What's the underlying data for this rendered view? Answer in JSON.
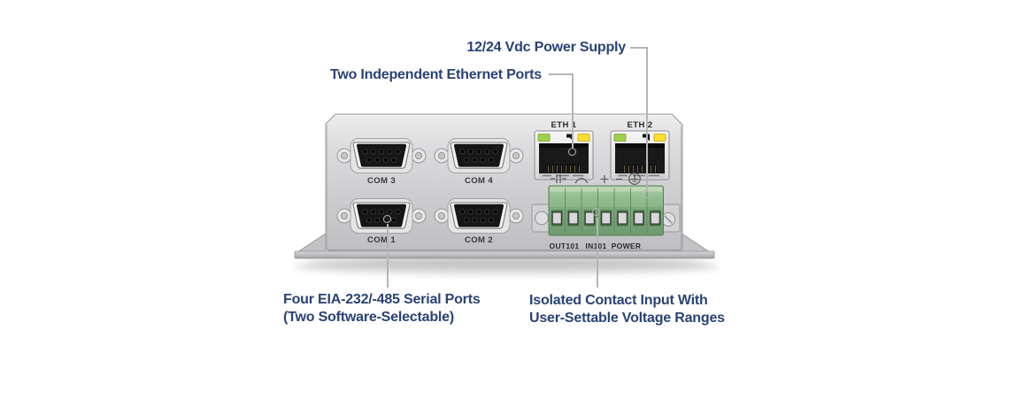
{
  "callouts": {
    "power": {
      "label": "12/24 Vdc Power Supply"
    },
    "ethernet": {
      "label": "Two Independent Ethernet Ports"
    },
    "serial": {
      "line1": "Four EIA-232/-485 Serial Ports",
      "line2": "(Two Software-Selectable)"
    },
    "contact": {
      "line1": "Isolated Contact Input With",
      "line2": "User-Settable Voltage Ranges"
    }
  },
  "device": {
    "com_ports": {
      "com1": "COM 1",
      "com2": "COM 2",
      "com3": "COM 3",
      "com4": "COM 4"
    },
    "ethernet_ports": {
      "eth1": "ETH 1",
      "eth2": "ETH 2"
    },
    "terminal_labels": {
      "out": "OUT101",
      "in": "IN101",
      "power": "POWER"
    }
  },
  "colors": {
    "label_text": "#2a4274",
    "callout_line": "#b3b6b9",
    "led_green": "#9fd148",
    "led_yellow": "#ffdf2e",
    "terminal_green": "#8cba87"
  }
}
